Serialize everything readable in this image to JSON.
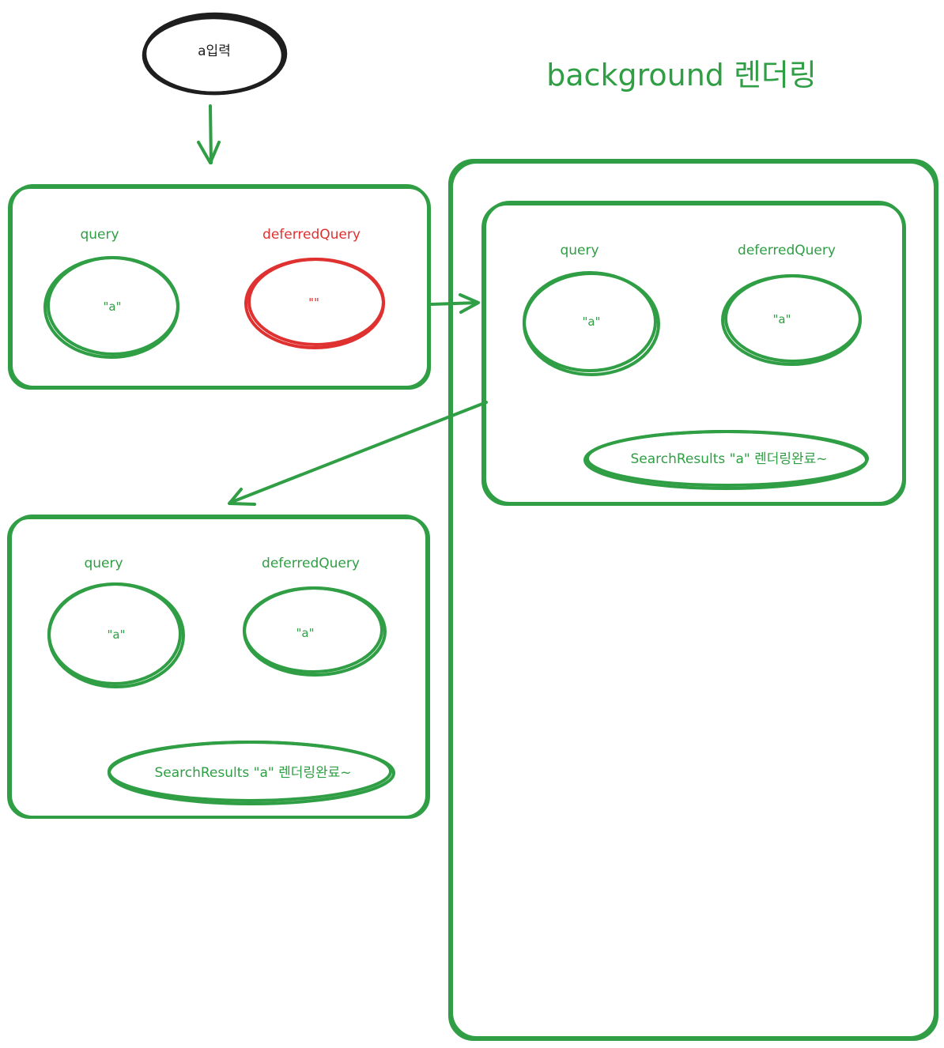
{
  "input_node": {
    "label": "a입력"
  },
  "background_title": "background 렌더링",
  "box_top": {
    "query_label": "query",
    "deferred_label": "deferredQuery",
    "query_value": "\"a\"",
    "deferred_value": "\"\""
  },
  "box_background": {
    "query_label": "query",
    "deferred_label": "deferredQuery",
    "query_value": "\"a\"",
    "deferred_value": "\"a\"",
    "result_label": "SearchResults \"a\" 렌더링완료~"
  },
  "box_bottom": {
    "query_label": "query",
    "deferred_label": "deferredQuery",
    "query_value": "\"a\"",
    "deferred_value": "\"a\"",
    "result_label": "SearchResults \"a\" 렌더링완료~"
  },
  "colors": {
    "green": "#2f9e44",
    "red": "#e03131",
    "black": "#1e1e1e"
  }
}
